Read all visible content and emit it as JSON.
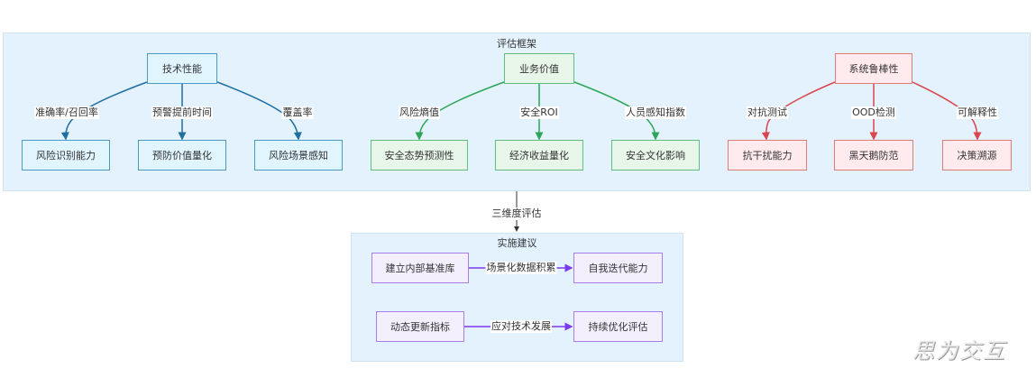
{
  "framework": {
    "title": "评估框架",
    "groups": [
      {
        "id": "tech",
        "title": "技术性能",
        "color": "#1f6fa0",
        "branches": [
          {
            "edge_label": "准确率/召回率",
            "target": "风险识别能力"
          },
          {
            "edge_label": "预警提前时间",
            "target": "预防价值量化"
          },
          {
            "edge_label": "覆盖率",
            "target": "风险场景感知"
          }
        ]
      },
      {
        "id": "business",
        "title": "业务价值",
        "color": "#2ea55a",
        "branches": [
          {
            "edge_label": "风险熵值",
            "target": "安全态势预测性"
          },
          {
            "edge_label": "安全ROI",
            "target": "经济收益量化"
          },
          {
            "edge_label": "人员感知指数",
            "target": "安全文化影响"
          }
        ]
      },
      {
        "id": "robustness",
        "title": "系统鲁棒性",
        "color": "#d9464e",
        "branches": [
          {
            "edge_label": "对抗测试",
            "target": "抗干扰能力"
          },
          {
            "edge_label": "OOD检测",
            "target": "黑天鹅防范"
          },
          {
            "edge_label": "可解释性",
            "target": "决策溯源"
          }
        ]
      }
    ]
  },
  "connector": {
    "label": "三维度评估"
  },
  "implementation": {
    "title": "实施建议",
    "color": "#7c3aed",
    "rows": [
      {
        "source": "建立内部基准库",
        "edge_label": "场景化数据积累",
        "target": "自我迭代能力"
      },
      {
        "source": "动态更新指标",
        "edge_label": "应对技术发展",
        "target": "持续优化评估"
      }
    ]
  },
  "watermark": "思为交互"
}
